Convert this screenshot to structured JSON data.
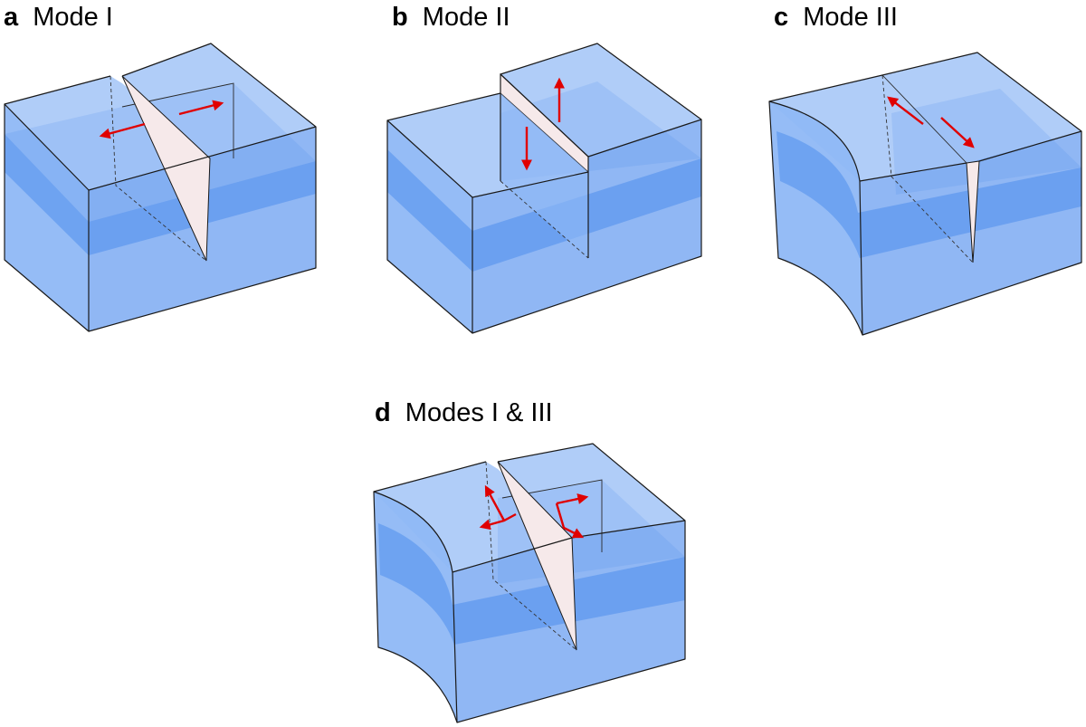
{
  "colors": {
    "block_top": "#a9c9f7",
    "block_face": "#8fb8f6",
    "layer_band": "#3f86ea",
    "crack_surface": "#f6e9ea",
    "arrow": "#e00000",
    "edge": "#1a1a1a"
  },
  "panels": [
    {
      "id": "a",
      "letter": "a",
      "title": "Mode I"
    },
    {
      "id": "b",
      "letter": "b",
      "title": "Mode II"
    },
    {
      "id": "c",
      "letter": "c",
      "title": "Mode III"
    },
    {
      "id": "d",
      "letter": "d",
      "title": "Modes I & III"
    }
  ]
}
